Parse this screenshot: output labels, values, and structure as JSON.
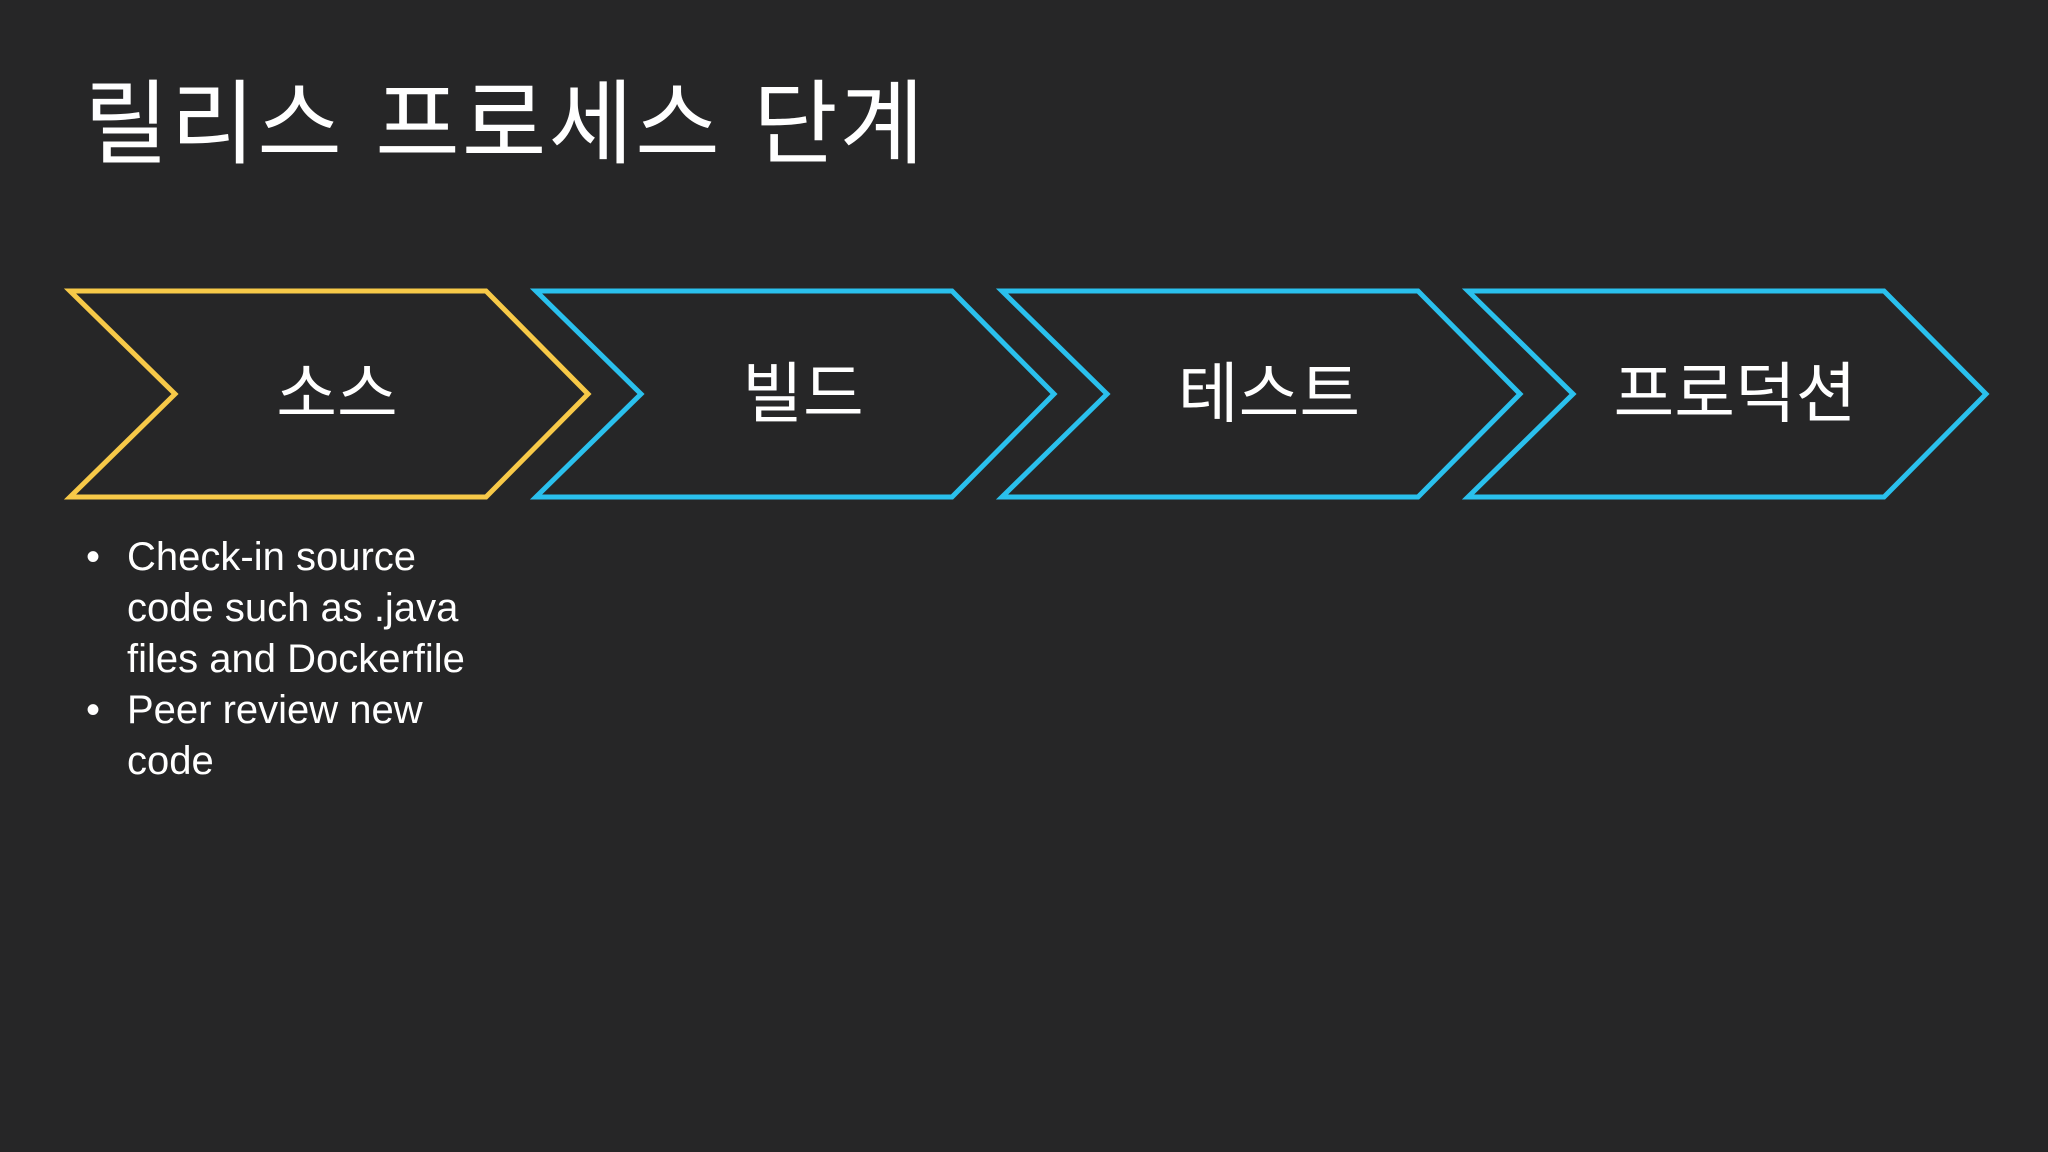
{
  "slide": {
    "title": "릴리스 프로세스 단계"
  },
  "stages": [
    {
      "label": "소스",
      "color": "#f7c948",
      "active": true
    },
    {
      "label": "빌드",
      "color": "#2ac0ed",
      "active": false
    },
    {
      "label": "테스트",
      "color": "#2ac0ed",
      "active": false
    },
    {
      "label": "프로덕션",
      "color": "#2ac0ed",
      "active": false
    }
  ],
  "notes": {
    "bullet_glyph": "•",
    "items": [
      "Check-in source code such as .java files and Dockerfile",
      "Peer review new code"
    ]
  }
}
